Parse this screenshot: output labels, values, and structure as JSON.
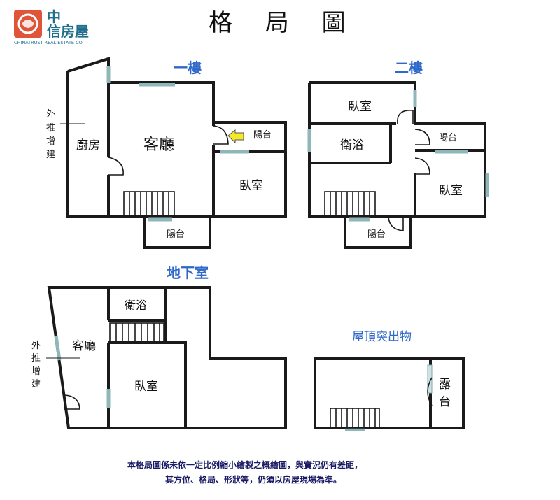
{
  "logo": {
    "name_zh": "中\n信房屋",
    "line1": "中",
    "line2": "信房屋",
    "name_en": "CHINATRUST REAL ESTATE CO."
  },
  "title": "格 局 圖",
  "floors": {
    "first": {
      "label": "一樓",
      "rooms": {
        "kitchen": "廚房",
        "living": "客廳",
        "balcony_right": "陽台",
        "bedroom": "臥室",
        "balcony_bottom": "陽台"
      },
      "annotation": [
        "外",
        "推",
        "增",
        "建"
      ]
    },
    "second": {
      "label": "二樓",
      "rooms": {
        "bedroom_top": "臥室",
        "bath": "衛浴",
        "balcony_right": "陽台",
        "bedroom_right": "臥室",
        "balcony_bottom": "陽台"
      }
    },
    "basement": {
      "label": "地下室",
      "rooms": {
        "bath": "衛浴",
        "living": "客廳",
        "bedroom": "臥室"
      },
      "annotation": [
        "外",
        "推",
        "增",
        "建"
      ]
    },
    "roof": {
      "label": "屋頂突出物",
      "rooms": {
        "terrace_1": "露",
        "terrace_2": "台"
      }
    }
  },
  "footer": {
    "line1": "本格局圖係未依一定比例縮小繪製之概繪圖，與實況仍有差距，",
    "line2": "其方位、格局、形狀等，仍須以房屋現場為準。"
  },
  "colors": {
    "wall": "#1a1a1a",
    "window": "#8fb6b9",
    "floor_label": "#2f69c8",
    "brand": "#1f6e8a",
    "logo_red": "#e0553a",
    "note": "#1a1a66"
  }
}
